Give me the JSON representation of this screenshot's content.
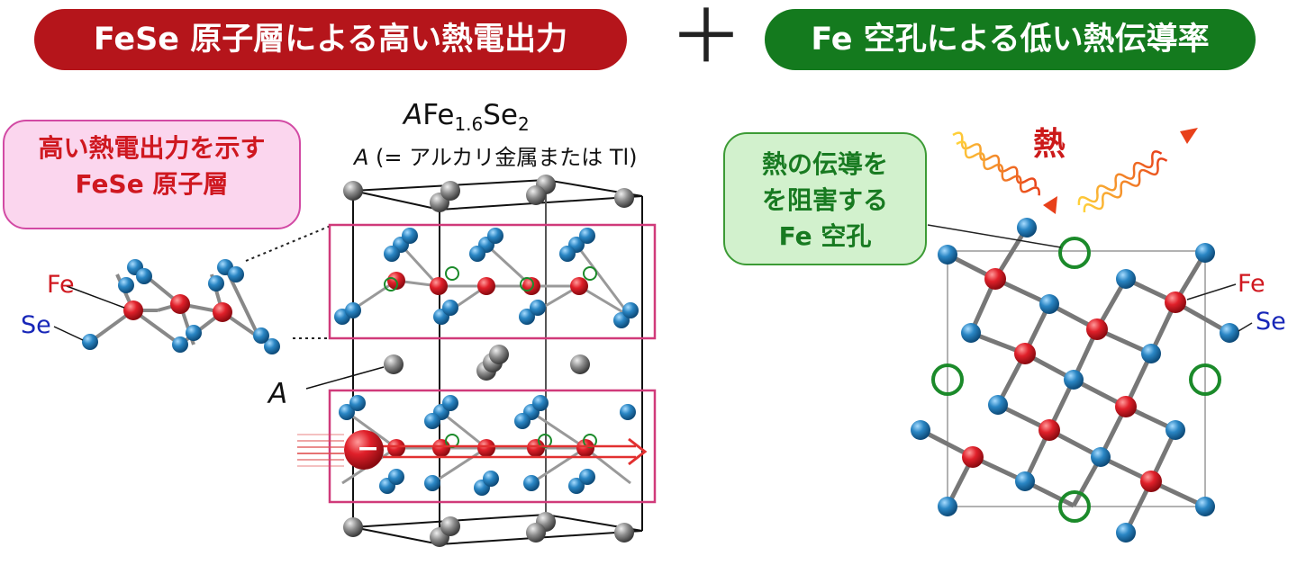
{
  "banners": {
    "left": "FeSe 原子層による高い熱電出力",
    "plus": "＋",
    "right": "Fe 空孔による低い熱伝導率"
  },
  "callouts": {
    "pink": [
      "高い熱電出力を示す",
      "FeSe 原子層"
    ],
    "green": [
      "熱の伝導を",
      "を阻害する",
      "Fe 空孔"
    ]
  },
  "formula": {
    "italic_a": "A",
    "fe": "Fe",
    "fe_sub": "1.6",
    "se": "Se",
    "se_sub": "2",
    "note_italic": "A",
    "note_rest": " (= アルカリ金属または Tl)"
  },
  "labels": {
    "fe_left": "Fe",
    "se_left": "Se",
    "a_site": "A",
    "heat": "熱",
    "fe_right": "Fe",
    "se_right": "Se",
    "electron": "−"
  },
  "colors": {
    "red_banner": "#b5151b",
    "green_banner": "#147a1e",
    "fe_atom": "#d0181f",
    "se_atom": "#2a86c4",
    "a_atom": "#808080",
    "vacancy": "#1b8a2a",
    "layer_box": "#d03a7a",
    "heat_wave": "#f0621c"
  }
}
